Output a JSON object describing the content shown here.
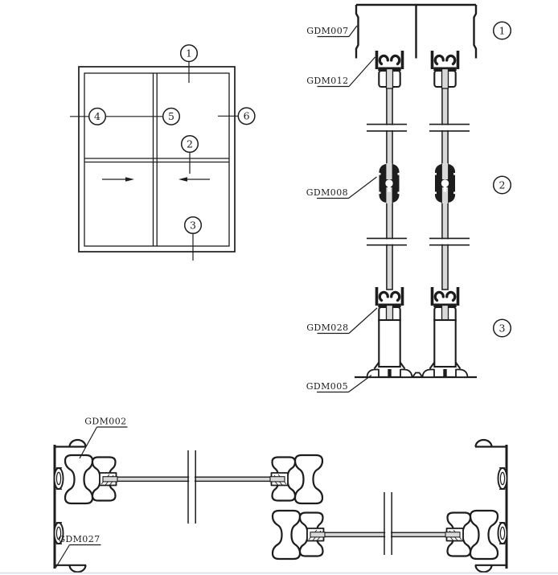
{
  "part_labels": {
    "gdm007": "GDM007",
    "gdm012": "GDM012",
    "gdm008": "GDM008",
    "gdm028": "GDM028",
    "gdm005": "GDM005",
    "gdm002": "GDM002",
    "gdm027": "GDM027"
  },
  "elevation": {
    "callouts": {
      "c1": "1",
      "c2": "2",
      "c3": "3",
      "c4": "4",
      "c5": "5",
      "c6": "6"
    }
  },
  "vertical_section": {
    "callouts": {
      "c1": "1",
      "c2": "2",
      "c3": "3"
    }
  },
  "colors": {
    "line": "#1d1d1d",
    "glass": "#d9d9d9",
    "bottom_rule": "#d8dee3",
    "background": "#ffffff"
  }
}
